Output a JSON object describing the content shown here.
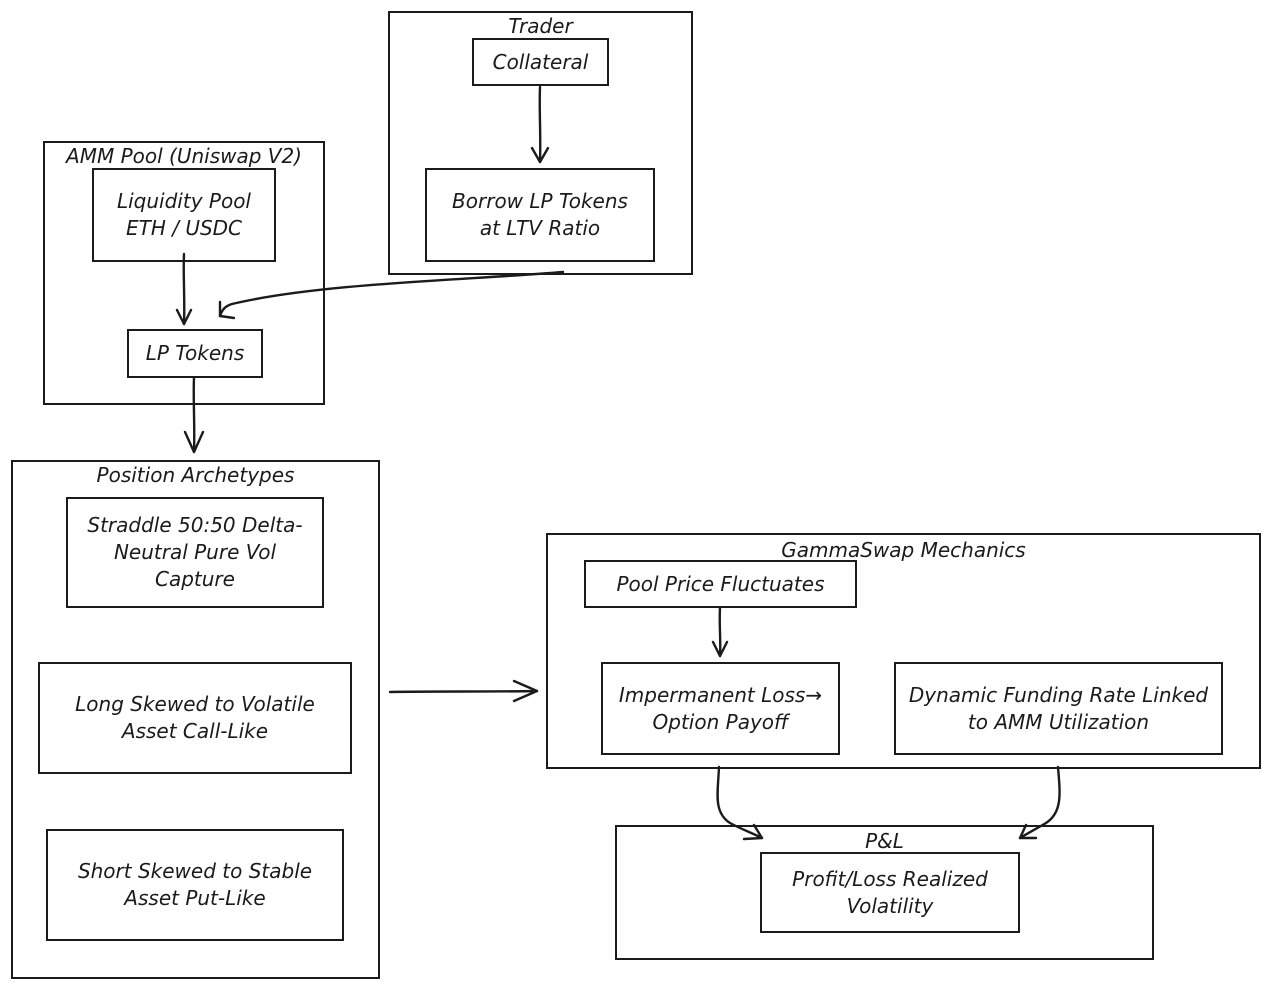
{
  "diagram": {
    "groups": {
      "trader": {
        "title": "Trader"
      },
      "amm": {
        "title": "AMM Pool (Uniswap V2)"
      },
      "archetypes": {
        "title": "Position Archetypes"
      },
      "gammaswap": {
        "title": "GammaSwap Mechanics"
      },
      "pnl": {
        "title": "P&L"
      }
    },
    "nodes": {
      "collateral": "Collateral",
      "borrow": "Borrow LP Tokens\nat LTV Ratio",
      "liquidity_pool": "Liquidity Pool\nETH / USDC",
      "lp_tokens": "LP Tokens",
      "straddle": "Straddle 50:50 Delta-\nNeutral Pure Vol\nCapture",
      "long": "Long Skewed to Volatile\nAsset Call-Like",
      "short": "Short Skewed to Stable\nAsset Put-Like",
      "price_fluct": "Pool Price Fluctuates",
      "imp_loss": "Impermanent Loss→\nOption Payoff",
      "funding": "Dynamic Funding Rate Linked\nto AMM Utilization",
      "profit_loss": "Profit/Loss Realized\nVolatility"
    },
    "edges": [
      {
        "from": "collateral",
        "to": "borrow"
      },
      {
        "from": "liquidity_pool",
        "to": "lp_tokens"
      },
      {
        "from": "trader",
        "to": "lp_tokens"
      },
      {
        "from": "lp_tokens",
        "to": "archetypes"
      },
      {
        "from": "archetypes",
        "to": "gammaswap"
      },
      {
        "from": "price_fluct",
        "to": "imp_loss"
      },
      {
        "from": "gammaswap",
        "to": "pnl"
      },
      {
        "from": "gammaswap",
        "to": "pnl"
      }
    ]
  }
}
